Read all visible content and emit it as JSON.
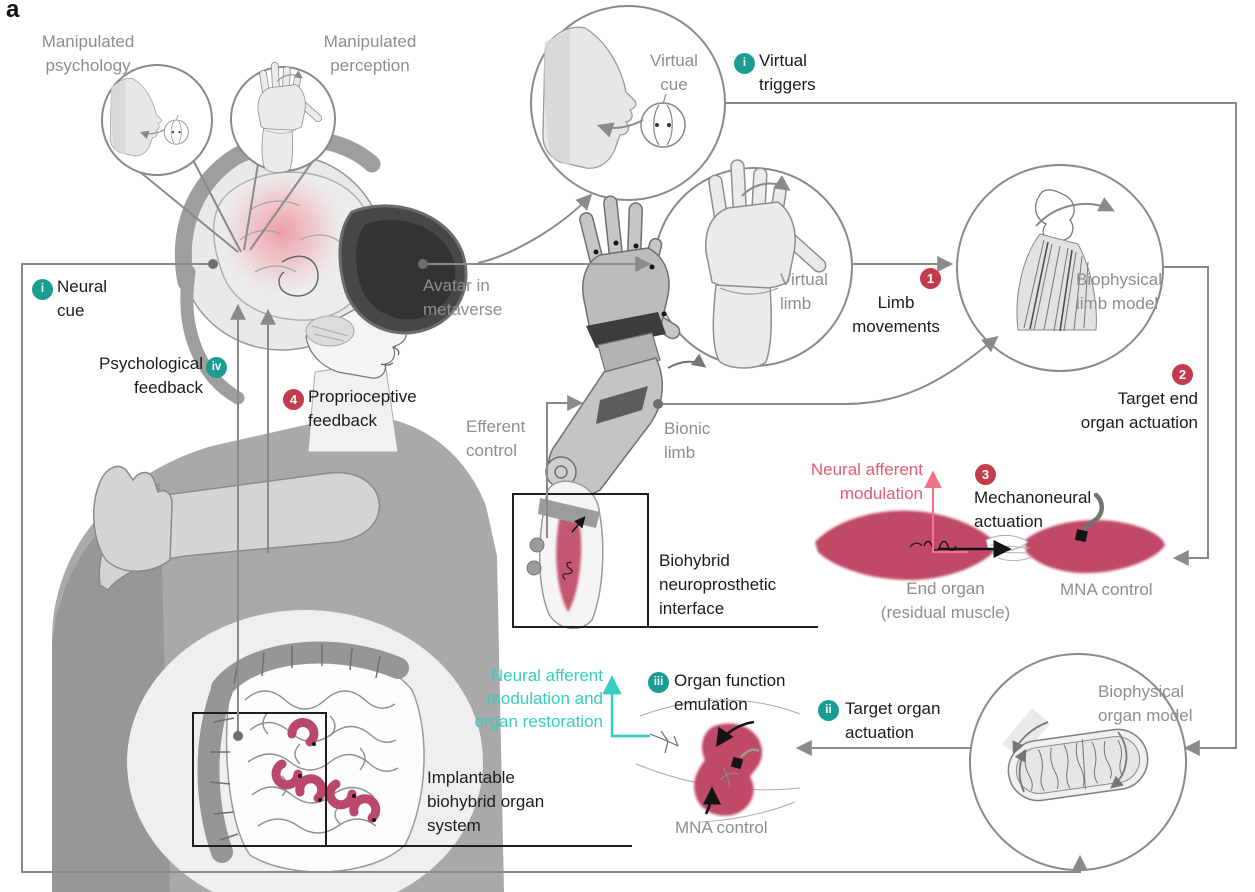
{
  "panel_label": "a",
  "palette": {
    "teal_badge": "#1a9c92",
    "red_badge": "#c43b4d",
    "pink_text": "#e65c72",
    "teal_text": "#35cec0",
    "muscle_red": "#bf4a66",
    "gray_text": "#8e8e8e",
    "line_gray": "#8a8a8a"
  },
  "labels": {
    "manipulated_psychology": {
      "lines": [
        "Manipulated",
        "psychology"
      ]
    },
    "manipulated_perception": {
      "lines": [
        "Manipulated",
        "perception"
      ]
    },
    "virtual_cue": {
      "lines": [
        "Virtual",
        "cue"
      ]
    },
    "virtual_triggers": {
      "badge": "i",
      "lines": [
        "Virtual",
        "triggers"
      ]
    },
    "neural_cue": {
      "badge": "i",
      "lines": [
        "Neural",
        "cue"
      ]
    },
    "psychological_feedback": {
      "badge": "iv",
      "lines": [
        "Psychological",
        "feedback"
      ]
    },
    "proprioceptive_feedback": {
      "badge": "4",
      "lines": [
        "Proprioceptive",
        "feedback"
      ]
    },
    "avatar_in_metaverse": {
      "lines": [
        "Avatar in",
        "metaverse"
      ]
    },
    "virtual_limb": {
      "lines": [
        "Virtual",
        "limb"
      ]
    },
    "limb_movements": {
      "badge": "1",
      "lines": [
        "Limb",
        "movements"
      ]
    },
    "biophysical_limb_model": {
      "lines": [
        "Biophysical",
        "limb model"
      ]
    },
    "target_end_organ_actuation": {
      "badge": "2",
      "lines": [
        "Target end",
        "organ actuation"
      ]
    },
    "efferent_control": {
      "lines": [
        "Efferent",
        "control"
      ]
    },
    "bionic_limb": {
      "lines": [
        "Bionic",
        "limb"
      ]
    },
    "neural_afferent_modulation": {
      "lines": [
        "Neural afferent",
        "modulation"
      ]
    },
    "mechanoneural_actuation": {
      "badge": "3",
      "lines": [
        "Mechanoneural",
        "actuation"
      ]
    },
    "end_organ": {
      "lines": [
        "End organ",
        "(residual muscle)"
      ]
    },
    "mna_control_muscle": {
      "lines": [
        "MNA control"
      ]
    },
    "biohybrid_interface": {
      "lines": [
        "Biohybrid",
        "neuroprosthetic",
        "interface"
      ]
    },
    "neural_afferent_organ": {
      "lines": [
        "Neural afferent",
        "modulation and",
        "organ restoration"
      ]
    },
    "organ_function_emulation": {
      "badge": "iii",
      "lines": [
        "Organ function",
        "emulation"
      ]
    },
    "target_organ_actuation": {
      "badge": "ii",
      "lines": [
        "Target organ",
        "actuation"
      ]
    },
    "biophysical_organ_model": {
      "lines": [
        "Biophysical",
        "organ model"
      ]
    },
    "implantable_organ_system": {
      "lines": [
        "Implantable",
        "biohybrid organ",
        "system"
      ]
    },
    "mna_control_organ": {
      "lines": [
        "MNA control"
      ]
    }
  }
}
